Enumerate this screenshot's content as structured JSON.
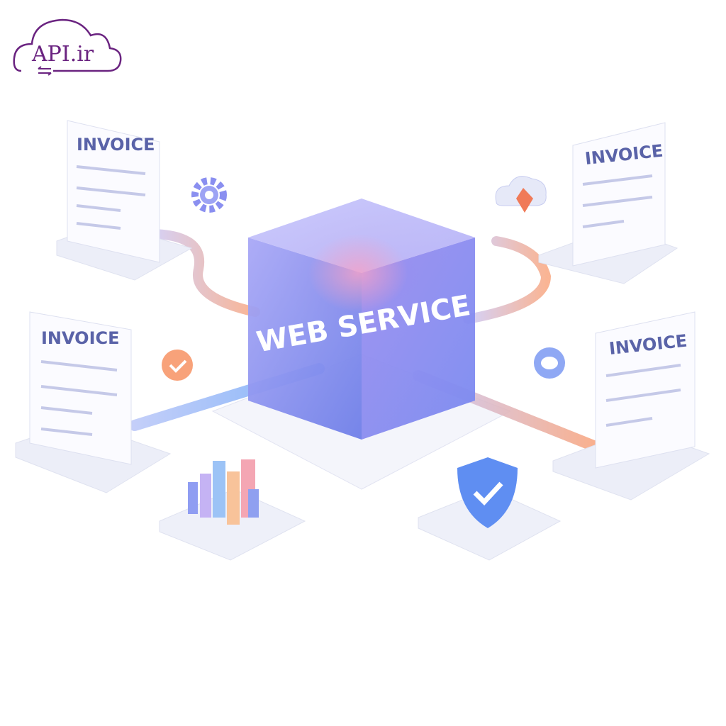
{
  "logo": {
    "text": "API.ir",
    "color": "#6a2380"
  },
  "center": {
    "label": "WEB SERVICE",
    "color": "#8a8cf0"
  },
  "documents": [
    {
      "title": "INVOICE"
    },
    {
      "title": "INVOICE"
    },
    {
      "title": "INVOICE"
    },
    {
      "title": "INVOICE"
    }
  ],
  "icons": [
    "gear-icon",
    "cloud-upload-icon",
    "check-chat-icon",
    "chat-bubble-icon",
    "bar-chart-icon",
    "shield-check-icon"
  ],
  "colors": {
    "pipe_warm": "#f8a27a",
    "pipe_cool": "#7fa4f5",
    "accent": "#7076ee"
  }
}
